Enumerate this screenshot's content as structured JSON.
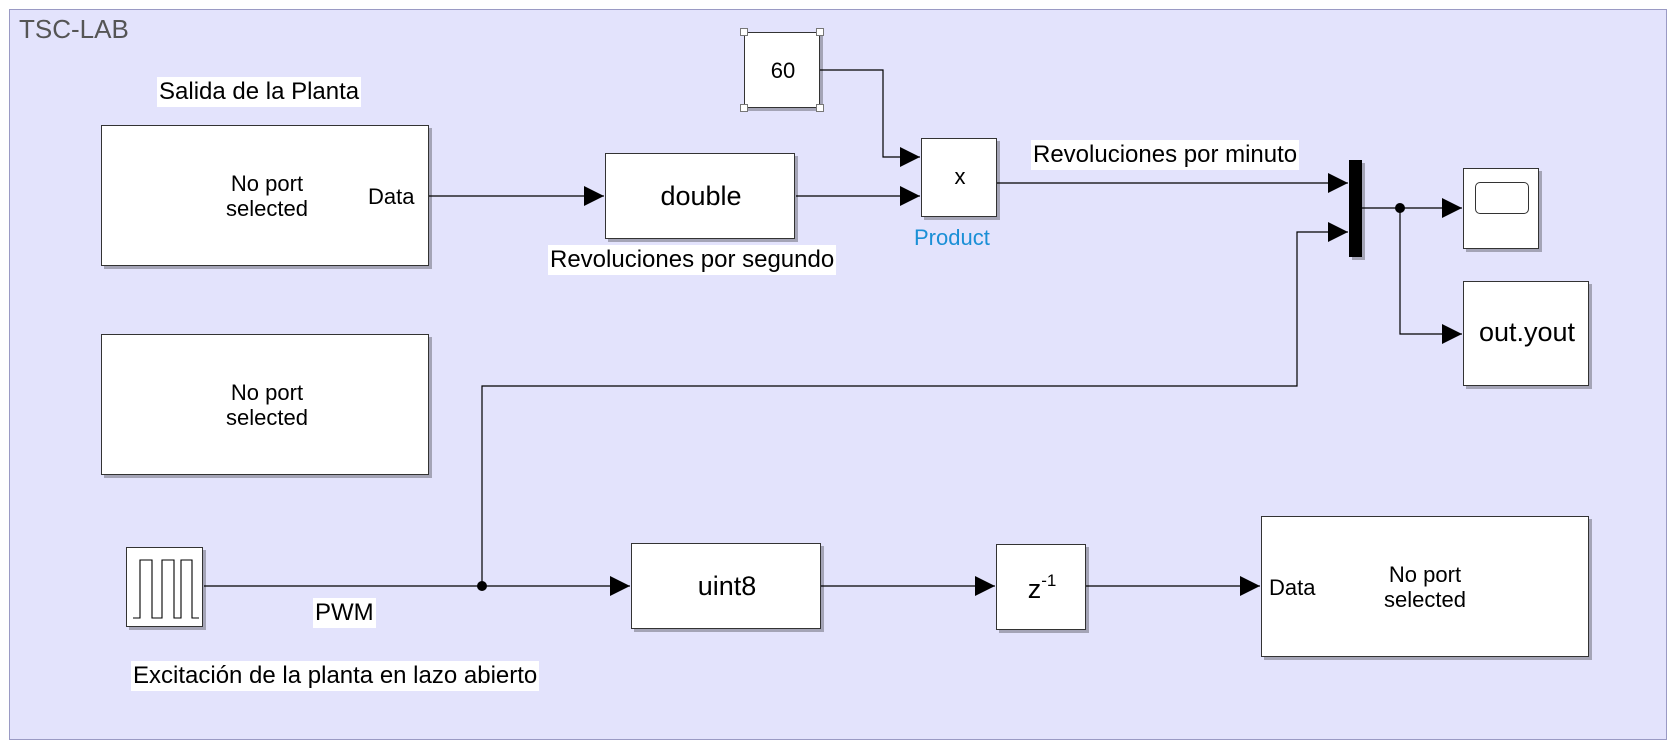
{
  "model": {
    "area_title": "TSC-LAB"
  },
  "blocks": {
    "rx1": {
      "line1": "No port",
      "line2": "selected",
      "port": "Data"
    },
    "rx2": {
      "line1": "No port",
      "line2": "selected"
    },
    "tx": {
      "line1": "No port",
      "line2": "selected",
      "port": "Data"
    },
    "convert_double": "double",
    "convert_uint8": "uint8",
    "constant": "60",
    "product_symbol": "x",
    "product_name": "Product",
    "delay_base": "z",
    "delay_exp": "-1",
    "to_workspace": "out.yout"
  },
  "signals": {
    "rx1_title": "Salida de la Planta",
    "rps": "Revoluciones por segundo",
    "rpm": "Revoluciones por minuto",
    "pwm": "PWM",
    "excitation": "Excitación de la planta en lazo abierto"
  },
  "colors": {
    "background": "#e3e3fc",
    "product_label": "#1a8fd6"
  }
}
